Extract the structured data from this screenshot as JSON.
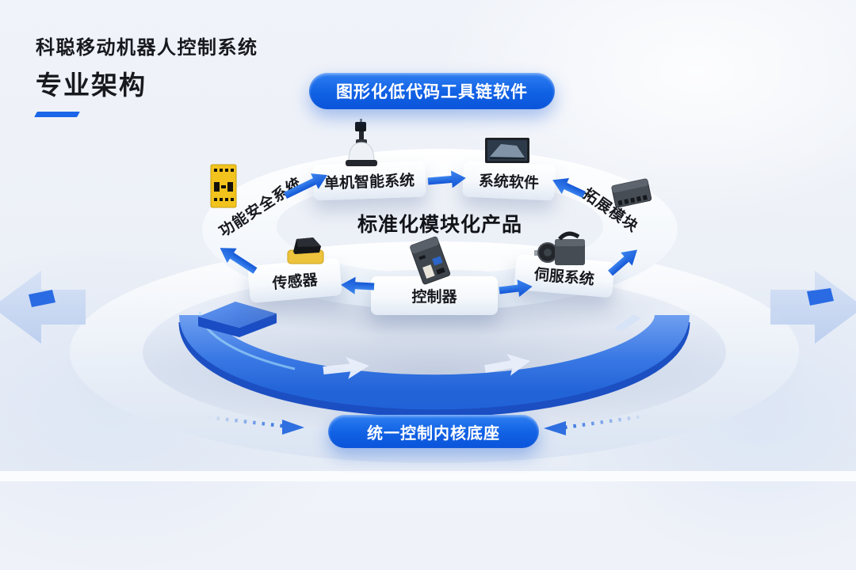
{
  "title": {
    "line1": "科聪移动机器人控制系统",
    "line2": "专业架构"
  },
  "toolchain_pill": {
    "label": "图形化低代码工具链软件"
  },
  "base_pill": {
    "label": "统一控制内核底座"
  },
  "ring": {
    "center_label": "标准化模块化产品",
    "modules": [
      {
        "id": "single-machine-intelligent-system",
        "label": "单机智能系统"
      },
      {
        "id": "system-software",
        "label": "系统软件"
      },
      {
        "id": "expansion-module",
        "label": "拓展模块"
      },
      {
        "id": "servo-system",
        "label": "伺服系统"
      },
      {
        "id": "controller",
        "label": "控制器"
      },
      {
        "id": "sensor",
        "label": "传感器"
      },
      {
        "id": "functional-safety-system",
        "label": "功能安全系统"
      }
    ]
  },
  "icons": [
    "agv-robot-icon",
    "software-screen-icon",
    "safety-plc-icon",
    "lidar-sensor-icon",
    "controller-board-icon",
    "servo-motor-icon",
    "expansion-module-icon"
  ],
  "colors": {
    "accent_blue": "#1b66e8",
    "pill_top": "#2e7ff2",
    "pill_bottom": "#0a54da",
    "band_blue": "#2e6fdd",
    "band_edge": "#1c4fc2",
    "text_dark": "#17191e",
    "background": "#edf1f7",
    "device_yellow": "#f2c31d"
  }
}
